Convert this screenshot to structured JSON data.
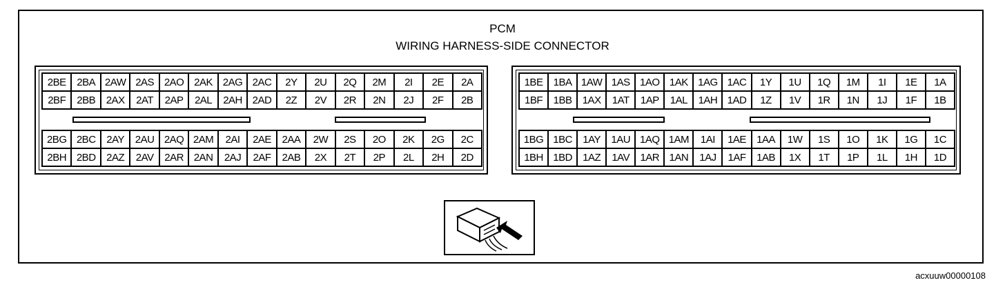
{
  "header": {
    "title": "PCM",
    "subtitle": "WIRING HARNESS-SIDE CONNECTOR"
  },
  "connectors": {
    "left": {
      "top_rows": [
        [
          "2BE",
          "2BA",
          "2AW",
          "2AS",
          "2AO",
          "2AK",
          "2AG",
          "2AC",
          "2Y",
          "2U",
          "2Q",
          "2M",
          "2I",
          "2E",
          "2A"
        ],
        [
          "2BF",
          "2BB",
          "2AX",
          "2AT",
          "2AP",
          "2AL",
          "2AH",
          "2AD",
          "2Z",
          "2V",
          "2R",
          "2N",
          "2J",
          "2F",
          "2B"
        ]
      ],
      "bottom_rows": [
        [
          "2BG",
          "2BC",
          "2AY",
          "2AU",
          "2AQ",
          "2AM",
          "2AI",
          "2AE",
          "2AA",
          "2W",
          "2S",
          "2O",
          "2K",
          "2G",
          "2C"
        ],
        [
          "2BH",
          "2BD",
          "2AZ",
          "2AV",
          "2AR",
          "2AN",
          "2AJ",
          "2AF",
          "2AB",
          "2X",
          "2T",
          "2P",
          "2L",
          "2H",
          "2D"
        ]
      ]
    },
    "right": {
      "top_rows": [
        [
          "1BE",
          "1BA",
          "1AW",
          "1AS",
          "1AO",
          "1AK",
          "1AG",
          "1AC",
          "1Y",
          "1U",
          "1Q",
          "1M",
          "1I",
          "1E",
          "1A"
        ],
        [
          "1BF",
          "1BB",
          "1AX",
          "1AT",
          "1AP",
          "1AL",
          "1AH",
          "1AD",
          "1Z",
          "1V",
          "1R",
          "1N",
          "1J",
          "1F",
          "1B"
        ]
      ],
      "bottom_rows": [
        [
          "1BG",
          "1BC",
          "1AY",
          "1AU",
          "1AQ",
          "1AM",
          "1AI",
          "1AE",
          "1AA",
          "1W",
          "1S",
          "1O",
          "1K",
          "1G",
          "1C"
        ],
        [
          "1BH",
          "1BD",
          "1AZ",
          "1AV",
          "1AR",
          "1AN",
          "1AJ",
          "1AF",
          "1AB",
          "1X",
          "1T",
          "1P",
          "1L",
          "1H",
          "1D"
        ]
      ]
    }
  },
  "icon": "connector-probe-icon",
  "reference_code": "acxuuw00000108"
}
